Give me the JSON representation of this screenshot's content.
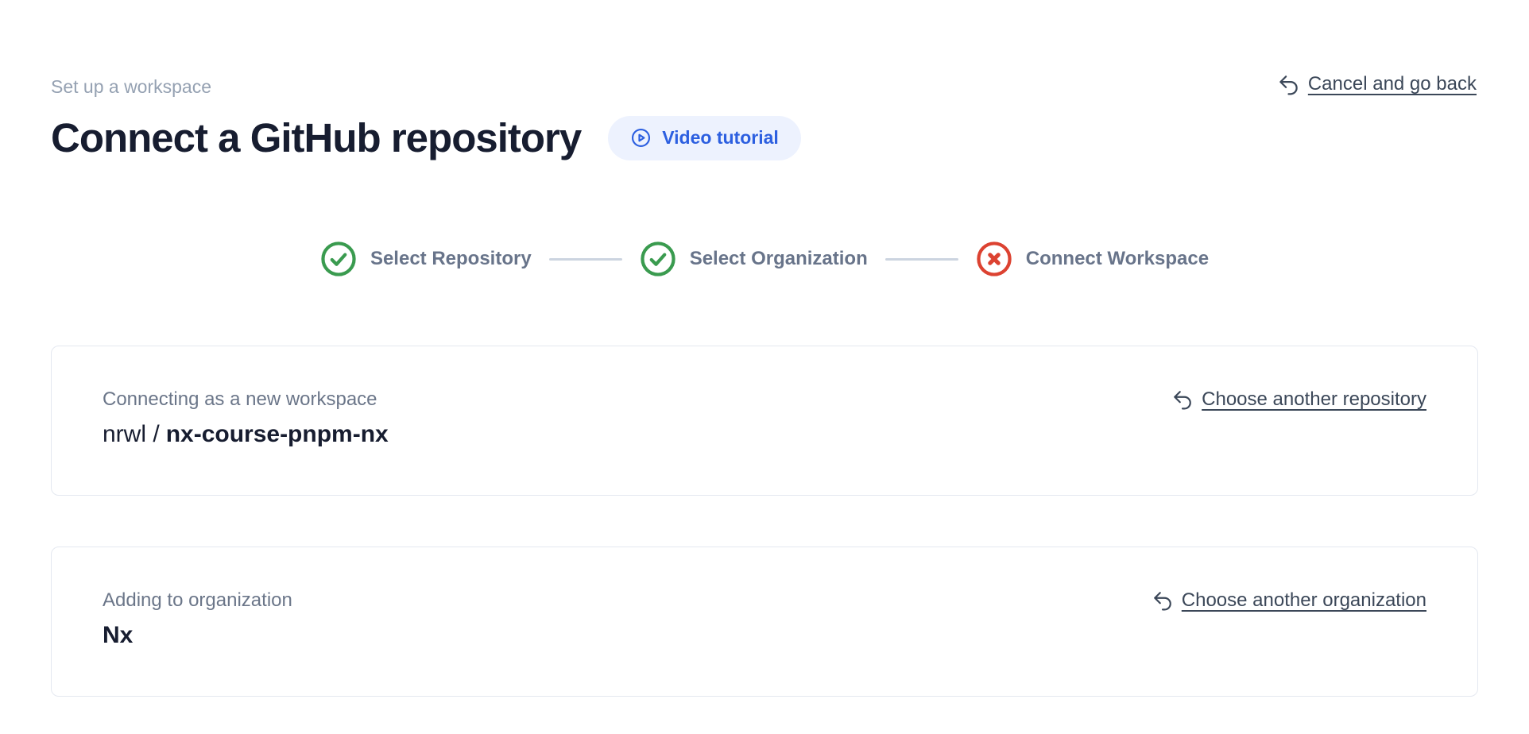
{
  "header": {
    "eyebrow": "Set up a workspace",
    "title": "Connect a GitHub repository",
    "video_tutorial_label": "Video tutorial",
    "cancel_label": "Cancel and go back"
  },
  "stepper": {
    "steps": [
      {
        "label": "Select Repository",
        "status": "success"
      },
      {
        "label": "Select Organization",
        "status": "success"
      },
      {
        "label": "Connect Workspace",
        "status": "error"
      }
    ]
  },
  "repository_card": {
    "label": "Connecting as a new workspace",
    "owner": "nrwl /",
    "repo_name": "nx-course-pnpm-nx",
    "action_label": "Choose another repository"
  },
  "organization_card": {
    "label": "Adding to organization",
    "org_name": "Nx",
    "action_label": "Choose another organization"
  },
  "colors": {
    "accent_blue": "#2c5fe0",
    "video_pill_bg": "#edf2fe",
    "success_green": "#3a9b4f",
    "error_red": "#dc4231",
    "heading_text": "#171d30",
    "muted_text": "#95a1b2",
    "label_text": "#6b7689",
    "step_label_text": "#68748a",
    "link_text": "#3b4758",
    "card_border": "#e4e8f0",
    "connector": "#ccd4e0"
  }
}
